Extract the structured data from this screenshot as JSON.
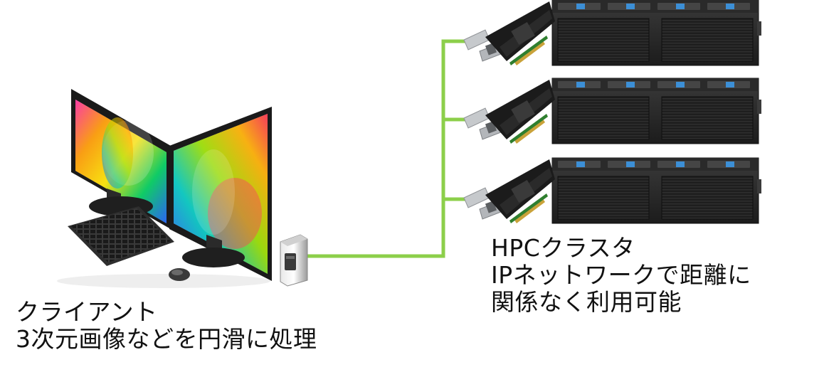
{
  "client": {
    "title": "クライアント",
    "description": "3次元画像などを円滑に処理"
  },
  "hpc": {
    "title": "HPCクラスタ",
    "line1": "IPネットワークで距離に",
    "line2": "関係なく利用可能"
  },
  "colors": {
    "network_line": "#8ccf4a",
    "server_body": "#2b2b2b",
    "server_accent": "#3c8fd6",
    "card_pcb": "#1a1a1a",
    "bracket": "#b9bcc0"
  },
  "icons": {
    "workstation": "dual-monitor-workstation-icon",
    "adapter": "network-adapter-box-icon",
    "server": "rack-server-icon",
    "nic": "network-interface-card-icon"
  }
}
